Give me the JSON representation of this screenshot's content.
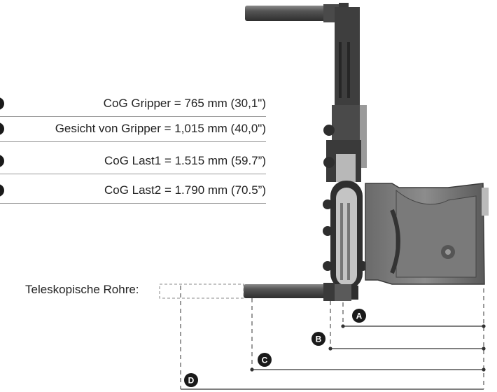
{
  "legend": {
    "items": [
      {
        "text": "CoG Gripper = 765 mm (30,1\")"
      },
      {
        "text": "Gesicht von Gripper = 1,015 mm (40,0\")"
      },
      {
        "text": "CoG Last1 = 1.515 mm (59.7”)"
      },
      {
        "text": "CoG Last2 = 1.790 mm (70.5”)"
      }
    ]
  },
  "telescopic": {
    "label": "Teleskopische Rohre:"
  },
  "markers": {
    "a": "A",
    "b": "B",
    "c": "C",
    "d": "D"
  },
  "colors": {
    "badge": "#1a1a1a",
    "line": "#333333",
    "metal_dark": "#3e3e3e",
    "metal_light": "#b8b8b8"
  }
}
